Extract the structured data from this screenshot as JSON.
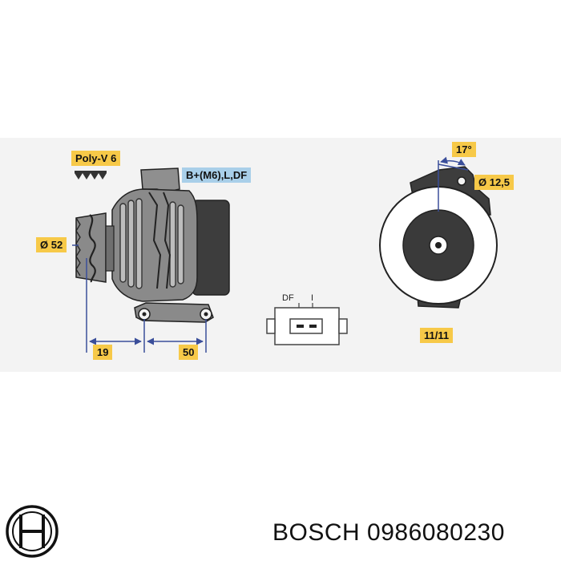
{
  "labels": {
    "belt": "Poly-V 6",
    "terminals": "B+(M6),L,DF",
    "pulley_diameter": "Ø 52",
    "offset_19": "19",
    "offset_50": "50",
    "angle": "17°",
    "hole_diameter": "Ø 12,5",
    "clock_position": "11/11",
    "plug_df": "DF",
    "plug_i": "I"
  },
  "footer": {
    "brand": "BOSCH",
    "part_number": "0986080230"
  },
  "colors": {
    "tag_yellow": "#f7c948",
    "tag_blue": "#a9cfe9",
    "dimension_line": "#3a4e9a",
    "body_gray": "#8a8a8a",
    "dark": "#3a3a3a"
  },
  "icons": {
    "brand_logo": "bosch-armature-logo",
    "belt_profile": "poly-v-belt-icon"
  }
}
